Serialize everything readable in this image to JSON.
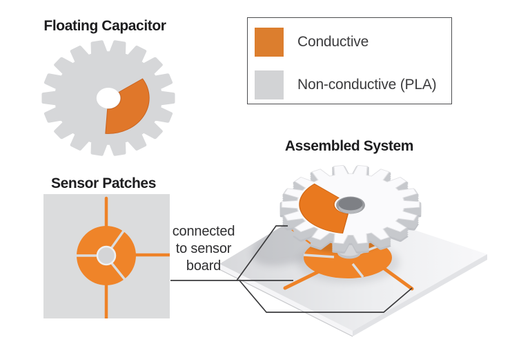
{
  "page": {
    "background": "#FFFFFF"
  },
  "panels": {
    "floating_capacitor": {
      "title": "Floating Capacitor"
    },
    "sensor_patches": {
      "title": "Sensor Patches"
    },
    "assembled_system": {
      "title": "Assembled System"
    }
  },
  "legend": {
    "items": [
      {
        "label": "Conductive",
        "color": "#DC7E2E"
      },
      {
        "label": "Non-conductive (PLA)",
        "color": "#D2D3D5"
      }
    ]
  },
  "annotation": {
    "line1": "connected",
    "line2": "to sensor",
    "line3": "board"
  },
  "colors": {
    "conductive": "#DC7E2E",
    "conductive_bright": "#EF8429",
    "conductive_wedge": "#E0772A",
    "conductive_wedge_3d": "#E9791F",
    "non_conductive": "#D2D3D5",
    "gear_gray": "#D6D7D9",
    "patch_panel_gray": "#DBDCDD",
    "board_light": "#F8F8FA",
    "leader_line": "#3A3A3C",
    "text": "#1D1D1F"
  }
}
